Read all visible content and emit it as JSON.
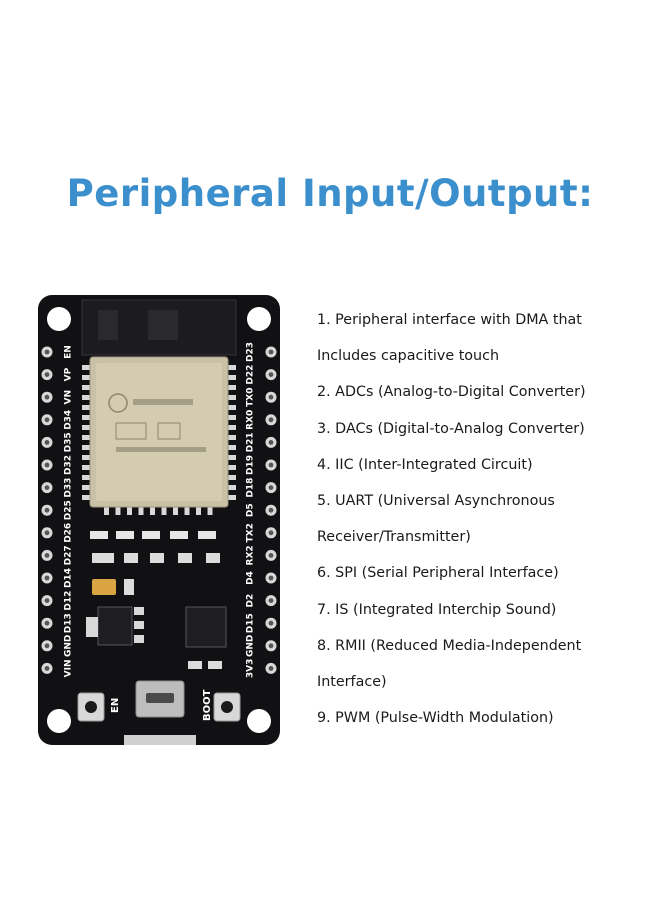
{
  "title": "Peripheral Input/Output:",
  "features": [
    "1. Peripheral interface with DMA that",
    "Includes capacitive touch",
    "2. ADCs (Analog-to-Digital Converter)",
    "3. DACs (Digital-to-Analog Converter)",
    "4. IIC (Inter-Integrated Circuit)",
    "5. UART (Universal Asynchronous",
    "Receiver/Transmitter)",
    "6. SPI (Serial Peripheral Interface)",
    "7. IS (Integrated Interchip Sound)",
    "8. RMII (Reduced Media-Independent",
    "Interface)",
    "9. PWM (Pulse-Width Modulation)"
  ],
  "board": {
    "left_pins": [
      "EN",
      "VP",
      "VN",
      "D34",
      "D35",
      "D32",
      "D33",
      "D25",
      "D26",
      "D27",
      "D14",
      "D12",
      "D13",
      "GND",
      "VIN"
    ],
    "right_pins": [
      "D23",
      "D22",
      "TX0",
      "RX0",
      "D21",
      "D19",
      "D18",
      "D5",
      "TX2",
      "RX2",
      "D4",
      "D2",
      "D15",
      "GND",
      "3V3"
    ],
    "button_left": "EN",
    "button_right": "BOOT",
    "colors": {
      "pcb": "#111114",
      "shield": "#c9c1a6",
      "pad": "#d8d8d8",
      "accent": "#3a8fcc"
    }
  }
}
